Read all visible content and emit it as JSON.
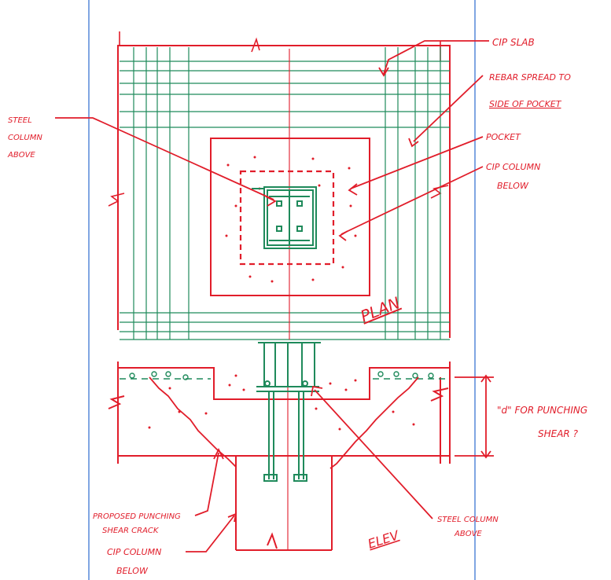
{
  "labels": {
    "cip_slab": "CIP SLAB",
    "rebar_line1": "REBAR SPREAD TO",
    "rebar_line2": "SIDE OF POCKET",
    "pocket": "POCKET",
    "cip_column_below_plan_1": "CIP COLUMN",
    "cip_column_below_plan_2": "BELOW",
    "steel_column_above_plan_1": "STEEL",
    "steel_column_above_plan_2": "COLUMN",
    "steel_column_above_plan_3": "ABOVE",
    "plan": "PLAN",
    "d_punching_1": "\"d\" FOR PUNCHING",
    "d_punching_2": "SHEAR ?",
    "steel_column_above_elev_1": "STEEL COLUMN",
    "steel_column_above_elev_2": "ABOVE",
    "proposed_1": "PROPOSED PUNCHING",
    "proposed_2": "SHEAR CRACK",
    "cip_column_below_elev_1": "CIP COLUMN",
    "cip_column_below_elev_2": "BELOW",
    "elev": "ELEV"
  },
  "colors": {
    "red": "#e11d2a",
    "green": "#1f8a5b",
    "blue": "#4a7fd6"
  }
}
